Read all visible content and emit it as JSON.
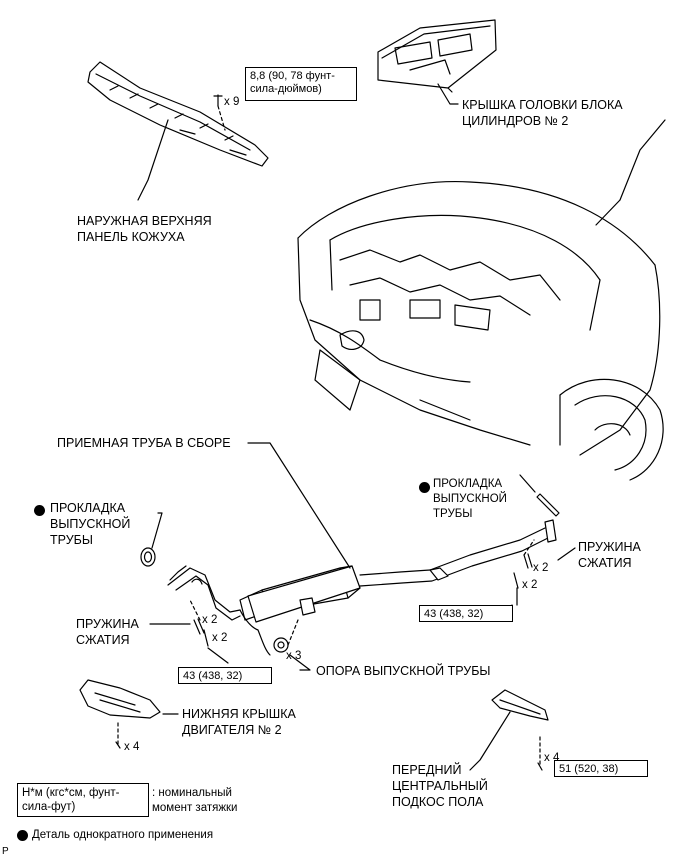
{
  "labels": {
    "head_cover": [
      "КРЫШКА ГОЛОВКИ БЛОКА",
      "ЦИЛИНДРОВ № 2"
    ],
    "cowl_panel": [
      "НАРУЖНАЯ ВЕРХНЯЯ",
      "ПАНЕЛЬ КОЖУХА"
    ],
    "front_pipe": "ПРИЕМНАЯ ТРУБА В СБОРЕ",
    "gasket_left": [
      "ПРОКЛАДКА",
      "ВЫПУСКНОЙ",
      "ТРУБЫ"
    ],
    "gasket_right": [
      "ПРОКЛАДКА",
      "ВЫПУСКНОЙ",
      "ТРУБЫ"
    ],
    "spring_left": [
      "ПРУЖИНА",
      "СЖАТИЯ"
    ],
    "spring_right": [
      "ПРУЖИНА",
      "СЖАТИЯ"
    ],
    "support": "ОПОРА ВЫПУСКНОЙ ТРУБЫ",
    "under_cover": [
      "НИЖНЯЯ КРЫШКА",
      "ДВИГАТЕЛЯ № 2"
    ],
    "floor_brace": [
      "ПЕРЕДНИЙ",
      "ЦЕНТРАЛЬНЫЙ",
      "ПОДКОС ПОЛА"
    ]
  },
  "torque": {
    "cowl": [
      "8,8 (90, 78 фунт-",
      "сила-дюймов)"
    ],
    "left_flange": "43 (438, 32)",
    "right_flange": "43 (438, 32)",
    "brace": "51 (520, 38)"
  },
  "counts": {
    "cowl_bolts": "x 9",
    "left_springs": "x 2",
    "left_bolts": "x 2",
    "support_count": "x 3",
    "right_springs": "x 2",
    "right_bolts": "x 2",
    "under_bolts": "x 4",
    "brace_bolts": "x 4"
  },
  "legend": {
    "unit_box": [
      "Н*м (кгс*см, фунт-",
      "сила-фут)"
    ],
    "unit_desc": [
      ": номинальный",
      "момент затяжки"
    ],
    "nonreusable": "Деталь однократного применения"
  },
  "corner_mark": "P"
}
